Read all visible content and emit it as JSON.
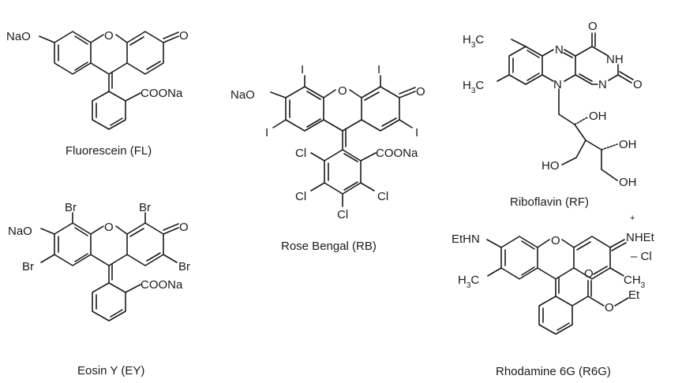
{
  "molecules": [
    {
      "id": "fl",
      "caption": "Fluorescein (FL)"
    },
    {
      "id": "rb",
      "caption": "Rose Bengal (RB)"
    },
    {
      "id": "rf",
      "caption": "Riboflavin (RF)"
    },
    {
      "id": "ey",
      "caption": "Eosin Y (EY)"
    },
    {
      "id": "r6g",
      "caption": "Rhodamine 6G (R6G)"
    }
  ],
  "labels": {
    "nao": "NaO",
    "o": "O",
    "coona": "COONa",
    "br": "Br",
    "i": "I",
    "cl": "Cl",
    "n": "N",
    "nh": "NH",
    "oh": "OH",
    "ho": "HO",
    "ethn": "EtHN",
    "nhet": "NHEt",
    "plus": "+",
    "minus_cl": "– Cl",
    "h": "H",
    "ch": "CH",
    "c": "C",
    "three": "3",
    "et": "Et"
  }
}
